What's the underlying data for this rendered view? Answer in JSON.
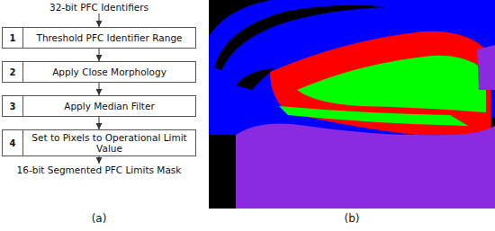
{
  "diagram": {
    "nodes": [
      {
        "text": [
          "1",
          "Threshold PFC Identifier Range"
        ]
      },
      {
        "text": [
          "2",
          "Apply Close Morphology"
        ]
      },
      {
        "text": [
          "3",
          "Apply Median Filter"
        ]
      },
      {
        "text": [
          "4",
          "Set to Pixels to Operational Limit Value"
        ]
      }
    ],
    "edges": [
      {
        "from": 0,
        "to": 1,
        "arrow": "to"
      },
      {
        "from": 1,
        "to": 2,
        "arrow": "to"
      },
      {
        "from": 2,
        "to": 3,
        "arrow": "to"
      }
    ],
    "labels": [
      "32-bit PFC Identifiers",
      "16-bit Segmented PFC Limits Mask",
      "(a)",
      "(b)"
    ]
  }
}
